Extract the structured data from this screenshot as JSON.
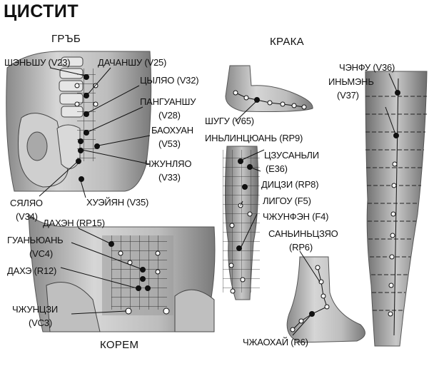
{
  "title": "ЦИСТИТ",
  "sections": {
    "back": "ГРЪБ",
    "legs": "КРАКА",
    "abdomen": "КОРЕМ"
  },
  "points": {
    "shenshu": "ШЭНЬШУ (V23)",
    "dachanshu": "ДАЧАНШУ (V25)",
    "tsilyao": "ЦЫЛЯО (V32)",
    "panguanshu_1": "ПАНГУАНШУ",
    "panguanshu_2": "(V28)",
    "baohuan_1": "БАОХУАН",
    "baohuan_2": "(V53)",
    "chzhunlyao_1": "ЧЖУНЛЯО",
    "chzhunlyao_2": "(V33)",
    "syalyao_1": "СЯЛЯО",
    "syalyao_2": "(V34)",
    "huejyan": "ХУЭЙЯН (V35)",
    "dahen_rp15": "ДАХЭН (RP15)",
    "guanyuan_1": "ГУАНЬЮАНЬ",
    "guanyuan_2": "(VC4)",
    "dahe": "ДАХЭ (R12)",
    "chzhuntszi_1": "ЧЖУНЦЗИ",
    "chzhuntszi_2": "(VC3)",
    "shugu": "ШУГУ (V65)",
    "inlinquan": "ИНЬЛИНЦЮАНЬ (RP9)",
    "tszusanli_1": "ЦЗУСАНЬЛИ",
    "tszusanli_2": "(E36)",
    "ditszi": "ДИЦЗИ (RP8)",
    "ligou": "ЛИГОУ (F5)",
    "chzhunfen": "ЧЖУНФЭН (F4)",
    "saninczyao_1": "САНЬИНЬЦЗЯО",
    "saninczyao_2": "(RP6)",
    "chzhaohai": "ЧЖАОХАЙ (R6)",
    "chenfu": "ЧЭНФУ (V36)",
    "inmen_1": "ИНЬМЭНЬ",
    "inmen_2": "(V37)"
  }
}
